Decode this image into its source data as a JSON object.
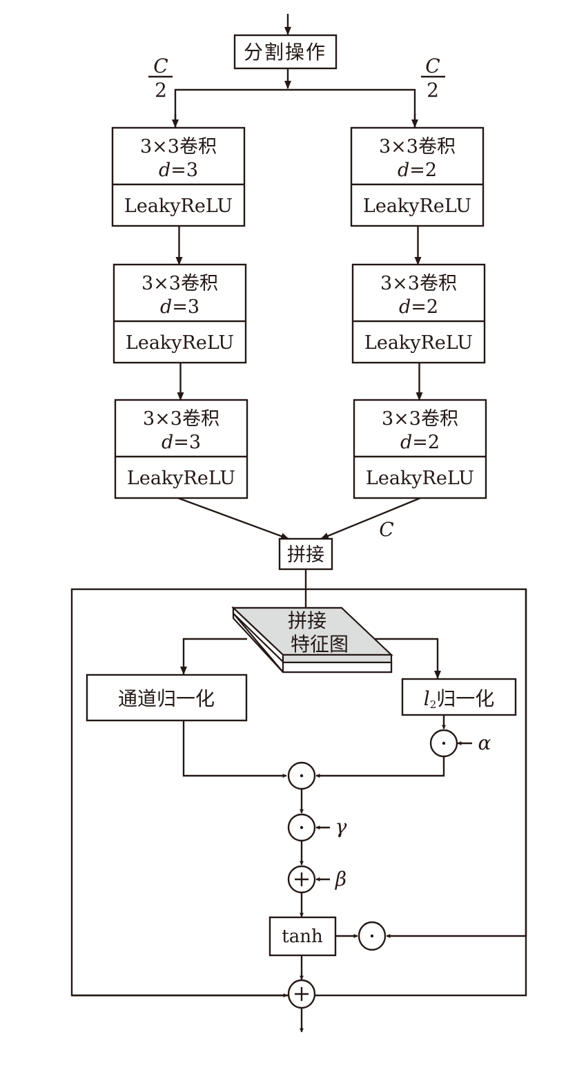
{
  "diagram": {
    "split": {
      "label": "分割操作"
    },
    "branch_labels": {
      "left": {
        "num": "C",
        "den": "2"
      },
      "right": {
        "num": "C",
        "den": "2"
      }
    },
    "left_branch": [
      {
        "conv": "3×3卷积",
        "dil_var": "d",
        "dil_val": "=3",
        "act": "LeakyReLU"
      },
      {
        "conv": "3×3卷积",
        "dil_var": "d",
        "dil_val": "=3",
        "act": "LeakyReLU"
      },
      {
        "conv": "3×3卷积",
        "dil_var": "d",
        "dil_val": "=3",
        "act": "LeakyReLU"
      }
    ],
    "right_branch": [
      {
        "conv": "3×3卷积",
        "dil_var": "d",
        "dil_val": "=2",
        "act": "LeakyReLU"
      },
      {
        "conv": "3×3卷积",
        "dil_var": "d",
        "dil_val": "=2",
        "act": "LeakyReLU"
      },
      {
        "conv": "3×3卷积",
        "dil_var": "d",
        "dil_val": "=2",
        "act": "LeakyReLU"
      }
    ],
    "concat_channel_label": "C",
    "concat": {
      "label": "拼接"
    },
    "feature_map": {
      "line1": "拼接",
      "line2": "特征图",
      "fill": "#dcdddd"
    },
    "channel_norm": {
      "label": "通道归一化"
    },
    "l2_norm": {
      "prefix": "l",
      "sub": "2",
      "label": "归一化"
    },
    "ops": {
      "mul_alpha": {
        "symbol": "·",
        "param": "α"
      },
      "mul_merge": {
        "symbol": "·"
      },
      "mul_gamma": {
        "symbol": "·",
        "param": "γ"
      },
      "add_beta": {
        "symbol": "+",
        "param": "β"
      },
      "mul_gate": {
        "symbol": "·"
      },
      "add_residual": {
        "symbol": "+"
      }
    },
    "tanh": {
      "label": "tanh"
    },
    "line_color": "#231815"
  }
}
